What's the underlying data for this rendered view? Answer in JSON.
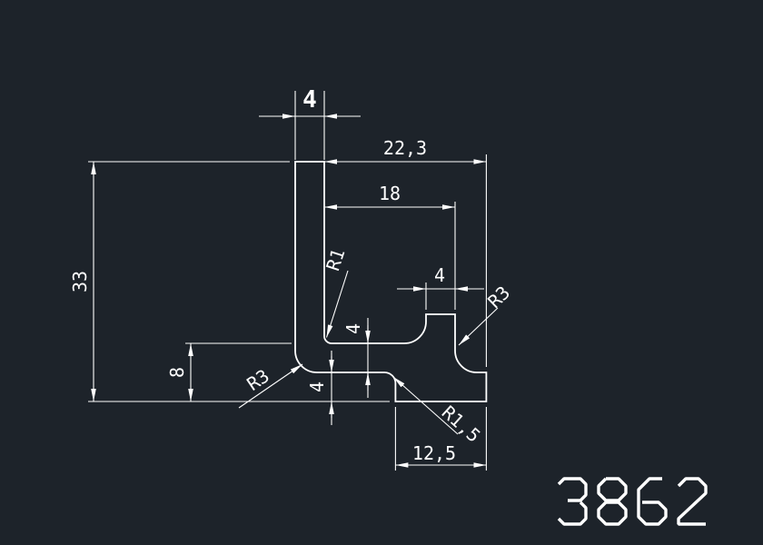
{
  "colors": {
    "background": "#1d232a",
    "line": "#ffffff"
  },
  "part_number": "3862",
  "dimensions": {
    "wall_thickness": "4",
    "top_width": "22,3",
    "lip_right_offset": "18",
    "overall_height": "33",
    "left_step_height": "8",
    "arm_thickness": "4",
    "foot_height": "4",
    "lip_width": "4",
    "foot_width": "12,5"
  },
  "radii": {
    "inner_bend": "R1",
    "outer_bend": "R3",
    "lip_fillet": "R3",
    "foot_fillet": "R1,5"
  }
}
